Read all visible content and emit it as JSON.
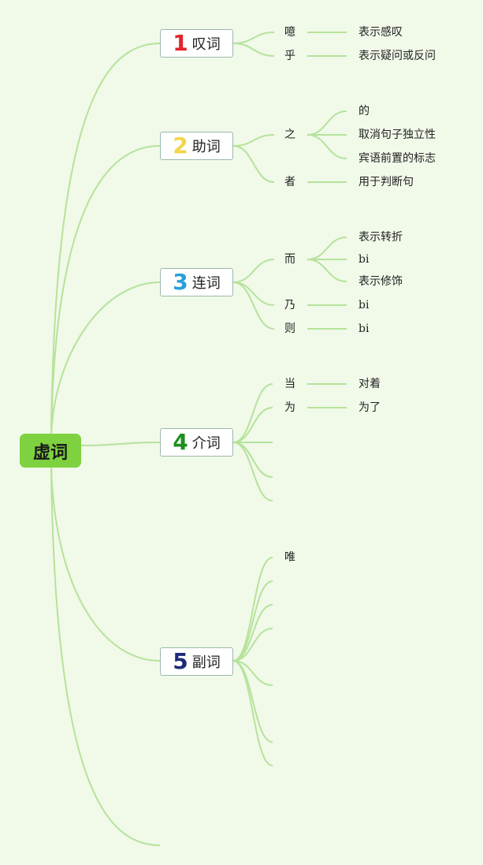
{
  "root": {
    "label": "虚词"
  },
  "categories": [
    {
      "num": "1",
      "num_color": "#e3232c",
      "label": "叹词"
    },
    {
      "num": "2",
      "num_color": "#f2d64b",
      "label": "助词"
    },
    {
      "num": "3",
      "num_color": "#2aa0d8",
      "label": "连词"
    },
    {
      "num": "4",
      "num_color": "#1e8e1e",
      "label": "介词"
    },
    {
      "num": "5",
      "num_color": "#1d2a7a",
      "label": "副词"
    }
  ],
  "words": [
    {
      "text": "噫"
    },
    {
      "text": "乎"
    },
    {
      "text": "之"
    },
    {
      "text": "者"
    },
    {
      "text": "而"
    },
    {
      "text": "乃"
    },
    {
      "text": "则"
    },
    {
      "text": "当"
    },
    {
      "text": "为"
    },
    {
      "text": "唯"
    }
  ],
  "meanings": [
    {
      "text": "表示感叹"
    },
    {
      "text": "表示疑问或反问"
    },
    {
      "text": "的"
    },
    {
      "text": "取消句子独立性"
    },
    {
      "text": "宾语前置的标志"
    },
    {
      "text": "用于判断句"
    },
    {
      "text": "表示转折"
    },
    {
      "text": "bi"
    },
    {
      "text": "表示修饰"
    },
    {
      "text": "bi"
    },
    {
      "text": "bi"
    },
    {
      "text": "对着"
    },
    {
      "text": "为了"
    }
  ],
  "colors": {
    "background": "#f1f9e9",
    "link": "#b5e39a",
    "root": "#7ed23f",
    "border": "#9ab8ad"
  }
}
